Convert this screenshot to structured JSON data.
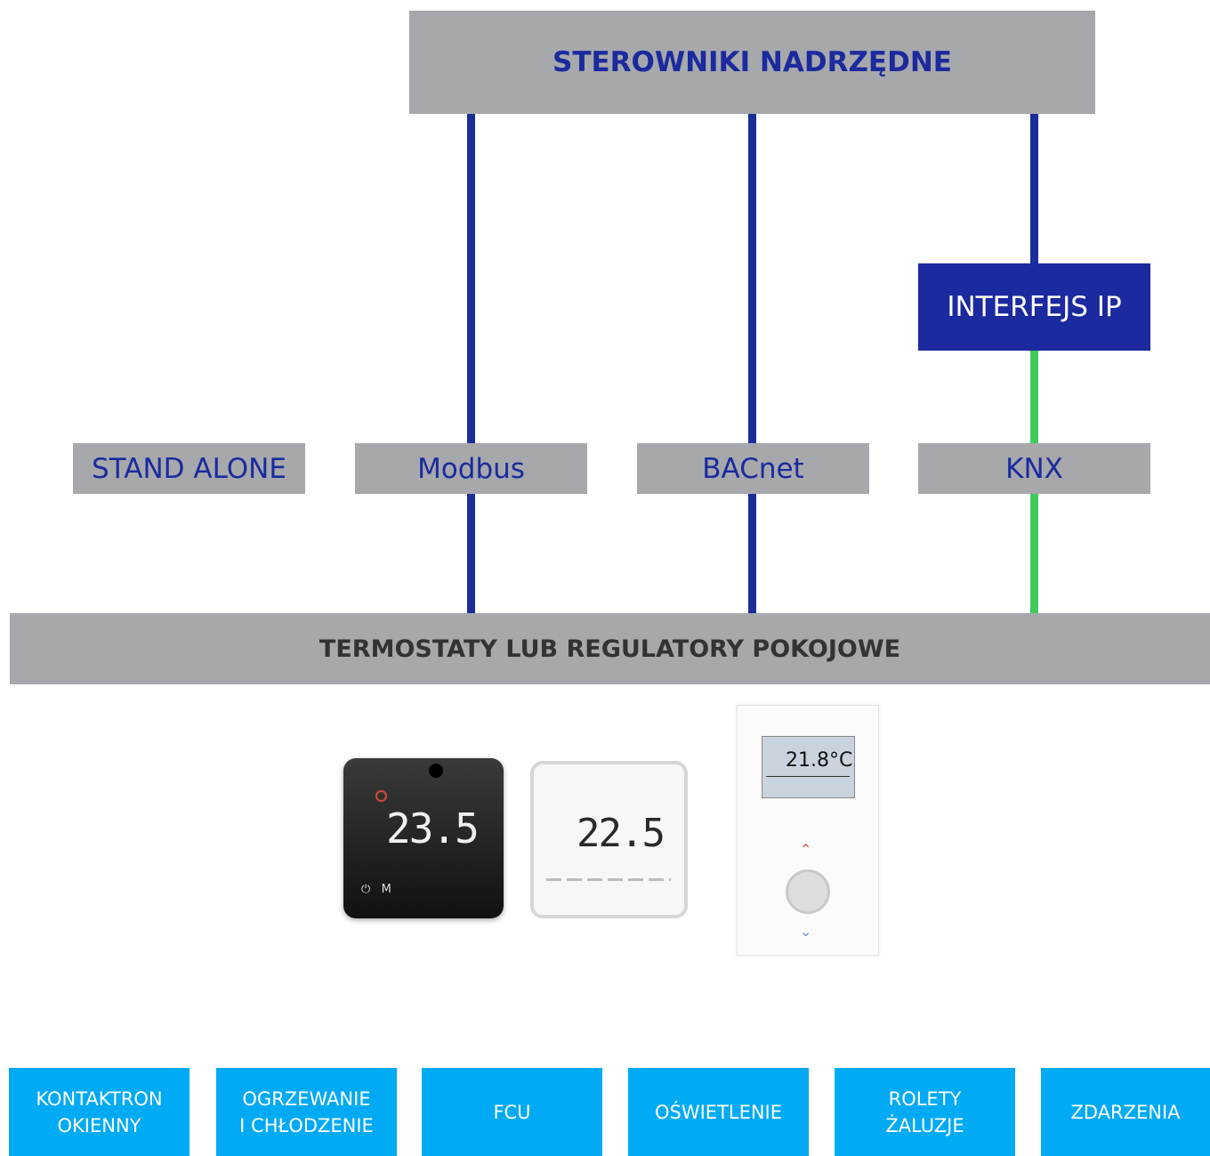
{
  "top_box": {
    "label": "STEROWNIKI NADRZĘDNE"
  },
  "interface_box": {
    "label": "INTERFEJS IP"
  },
  "protocols": {
    "stand_alone": "STAND ALONE",
    "modbus": "Modbus",
    "bacnet": "BACnet",
    "knx": "KNX"
  },
  "bottom_bar": {
    "label": "TERMOSTATY LUB REGULATORY POKOJOWE"
  },
  "devices": {
    "black_display": "23.5",
    "white_display": "22.5",
    "panel_display": "21.8°C"
  },
  "features": [
    {
      "line1": "KONTAKTRON",
      "line2": "OKIENNY"
    },
    {
      "line1": "OGRZEWANIE",
      "line2": "I CHŁODZENIE"
    },
    {
      "line1": "FCU",
      "line2": ""
    },
    {
      "line1": "OŚWIETLENIE",
      "line2": ""
    },
    {
      "line1": "ROLETY",
      "line2": "ŻALUZJE"
    },
    {
      "line1": "ZDARZENIA",
      "line2": ""
    }
  ],
  "colors": {
    "grey_box": "#a7a8ab",
    "navy": "#1b2a9e",
    "knx_line": "#3ecb5a",
    "feature_box": "#00aaf4"
  }
}
